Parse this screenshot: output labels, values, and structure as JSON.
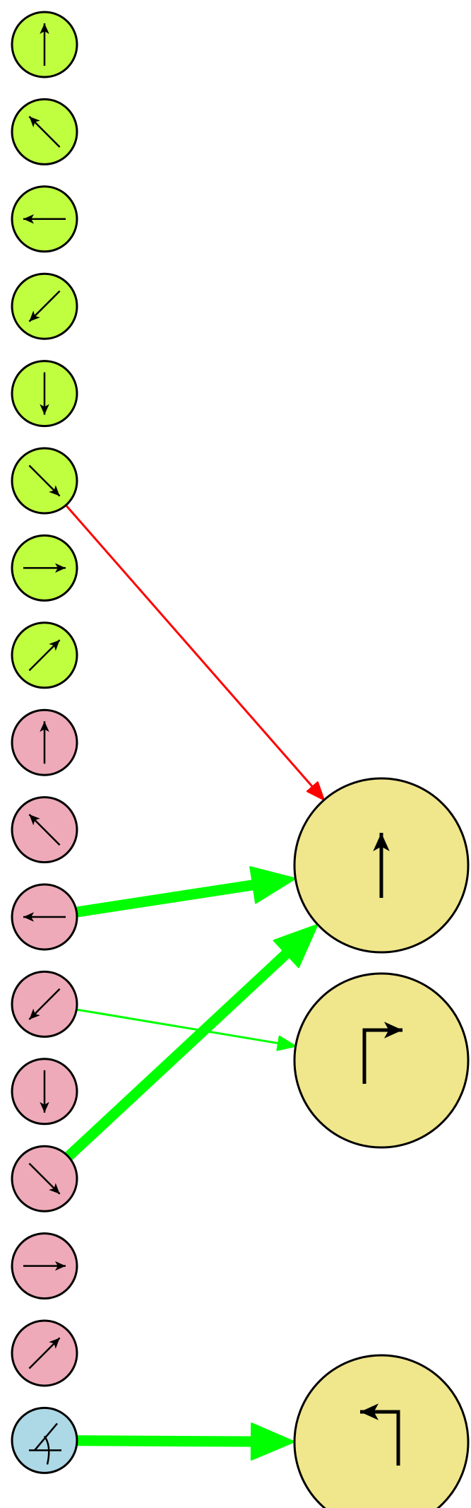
{
  "diagram": {
    "input_nodes": [
      {
        "id": "g_up",
        "group": "green",
        "glyph": "arrow-up-icon"
      },
      {
        "id": "g_upleft",
        "group": "green",
        "glyph": "arrow-up-left-icon"
      },
      {
        "id": "g_left",
        "group": "green",
        "glyph": "arrow-left-icon"
      },
      {
        "id": "g_downleft",
        "group": "green",
        "glyph": "arrow-down-left-icon"
      },
      {
        "id": "g_down",
        "group": "green",
        "glyph": "arrow-down-icon"
      },
      {
        "id": "g_downright",
        "group": "green",
        "glyph": "arrow-down-right-icon"
      },
      {
        "id": "g_right",
        "group": "green",
        "glyph": "arrow-right-icon"
      },
      {
        "id": "g_upright",
        "group": "green",
        "glyph": "arrow-up-right-icon"
      },
      {
        "id": "p_up",
        "group": "pink",
        "glyph": "arrow-up-icon"
      },
      {
        "id": "p_upleft",
        "group": "pink",
        "glyph": "arrow-up-left-icon"
      },
      {
        "id": "p_left",
        "group": "pink",
        "glyph": "arrow-left-icon"
      },
      {
        "id": "p_downleft",
        "group": "pink",
        "glyph": "arrow-down-left-icon"
      },
      {
        "id": "p_down",
        "group": "pink",
        "glyph": "arrow-down-icon"
      },
      {
        "id": "p_downright",
        "group": "pink",
        "glyph": "arrow-down-right-icon"
      },
      {
        "id": "p_right",
        "group": "pink",
        "glyph": "arrow-right-icon"
      },
      {
        "id": "p_upright",
        "group": "pink",
        "glyph": "arrow-up-right-icon"
      },
      {
        "id": "b_angle",
        "group": "blue",
        "glyph": "angle-icon"
      }
    ],
    "output_nodes": [
      {
        "id": "o_forward",
        "glyph": "arrow-up-icon"
      },
      {
        "id": "o_turn_right",
        "glyph": "turn-right-icon"
      },
      {
        "id": "o_turn_left",
        "glyph": "turn-left-icon"
      }
    ],
    "edges": [
      {
        "from": "g_downright",
        "to": "o_forward",
        "color": "#ff0000",
        "weight": 1
      },
      {
        "from": "p_left",
        "to": "o_forward",
        "color": "#00ff00",
        "weight": 5
      },
      {
        "from": "p_downright",
        "to": "o_forward",
        "color": "#00ff00",
        "weight": 5
      },
      {
        "from": "p_downleft",
        "to": "o_turn_right",
        "color": "#00ff00",
        "weight": 1
      },
      {
        "from": "b_angle",
        "to": "o_turn_left",
        "color": "#00ff00",
        "weight": 5
      }
    ],
    "colors": {
      "green_node": "#c0ff40",
      "pink_node": "#eeaab8",
      "blue_node": "#add8e6",
      "output_node": "#f0e68c",
      "stroke": "#000000"
    }
  }
}
